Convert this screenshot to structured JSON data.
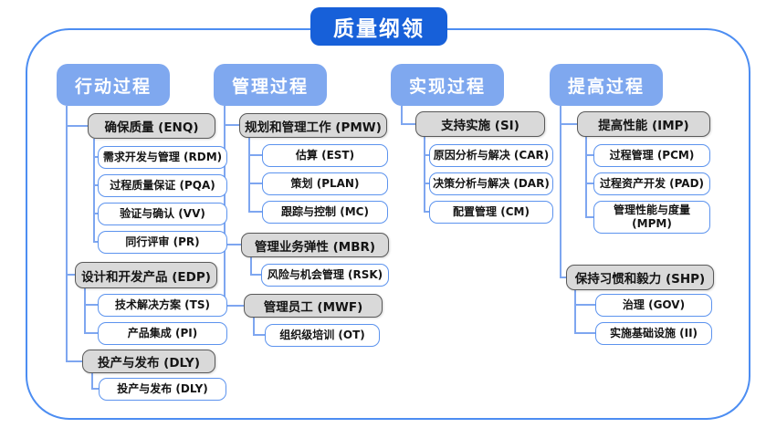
{
  "title": "质量纲领",
  "colors": {
    "title_bg": "#1760D9",
    "header_bg": "#7FA8EF",
    "connector_line": "#7EA6F0",
    "white_box_border": "#5C93EE",
    "gray_box_bg": "#D9D9D9",
    "gray_box_border": "#595959",
    "container_border": "#4C8DF2"
  },
  "columns": [
    {
      "header": "行动过程",
      "groups": [
        {
          "parent": "确保质量 (ENQ)",
          "children": [
            "需求开发与管理 (RDM)",
            "过程质量保证 (PQA)",
            "验证与确认 (VV)",
            "同行评审 (PR)"
          ]
        },
        {
          "parent": "设计和开发产品 (EDP)",
          "children": [
            "技术解决方案 (TS)",
            "产品集成 (PI)"
          ]
        },
        {
          "parent": "投产与发布 (DLY)",
          "children": [
            "投产与发布 (DLY)"
          ]
        }
      ]
    },
    {
      "header": "管理过程",
      "groups": [
        {
          "parent": "规划和管理工作 (PMW)",
          "children": [
            "估算 (EST)",
            "策划 (PLAN)",
            "跟踪与控制 (MC)"
          ]
        },
        {
          "parent": "管理业务弹性 (MBR)",
          "children": [
            "风险与机会管理 (RSK)"
          ]
        },
        {
          "parent": "管理员工 (MWF)",
          "children": [
            "组织级培训 (OT)"
          ]
        }
      ]
    },
    {
      "header": "实现过程",
      "groups": [
        {
          "parent": "支持实施 (SI)",
          "children": [
            "原因分析与解决 (CAR)",
            "决策分析与解决 (DAR)",
            "配置管理 (CM)"
          ]
        }
      ]
    },
    {
      "header": "提高过程",
      "groups": [
        {
          "parent": "提高性能 (IMP)",
          "children": [
            "过程管理 (PCM)",
            "过程资产开发 (PAD)",
            "管理性能与度量\n(MPM)"
          ]
        },
        {
          "parent": "保持习惯和毅力 (SHP)",
          "children": [
            "治理 (GOV)",
            "实施基础设施 (II)"
          ]
        }
      ]
    }
  ]
}
